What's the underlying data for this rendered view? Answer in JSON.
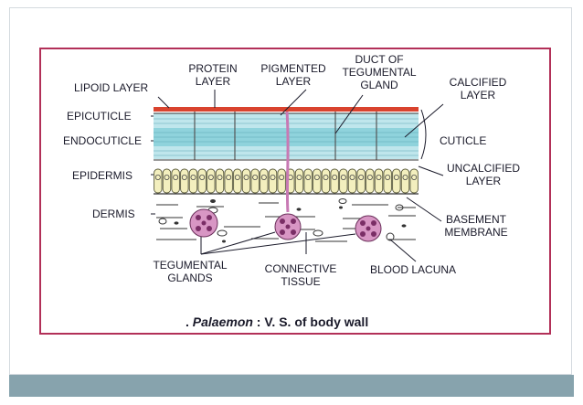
{
  "labels": {
    "lipoid_layer": "LIPOID LAYER",
    "protein_layer": [
      "PROTEIN",
      "LAYER"
    ],
    "pigmented_layer": [
      "PIGMENTED",
      "LAYER"
    ],
    "duct": [
      "DUCT OF",
      "TEGUMENTAL",
      "GLAND"
    ],
    "calcified_layer": [
      "CALCIFIED",
      "LAYER"
    ],
    "epicuticle": "EPICUTICLE",
    "endocuticle": "ENDOCUTICLE",
    "cuticle": "CUTICLE",
    "epidermis": "EPIDERMIS",
    "uncalcified_layer": [
      "UNCALCIFIED",
      "LAYER"
    ],
    "dermis": "DERMIS",
    "basement_membrane": [
      "BASEMENT",
      "MEMBRANE"
    ],
    "tegumental_glands": [
      "TEGUMENTAL",
      "GLANDS"
    ],
    "connective_tissue": [
      "CONNECTIVE",
      "TISSUE"
    ],
    "blood_lacuna": "BLOOD LACUNA"
  },
  "caption": {
    "prefix": ". ",
    "genus": "Palaemon",
    "rest": " : V. S. of body wall"
  },
  "colors": {
    "frame": "#b23058",
    "lipoid": "#d9432e",
    "cuticle": "#8fd3dc",
    "epidermis": "#f3efbe",
    "gland": "#d896c4",
    "bottom_bar": "#87a3ad"
  }
}
